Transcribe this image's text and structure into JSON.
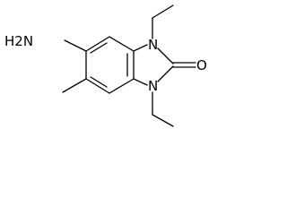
{
  "molecule": {
    "labels": {
      "amine": "H2N",
      "n_top": "N",
      "n_bottom": "N",
      "oxygen": "O"
    }
  }
}
